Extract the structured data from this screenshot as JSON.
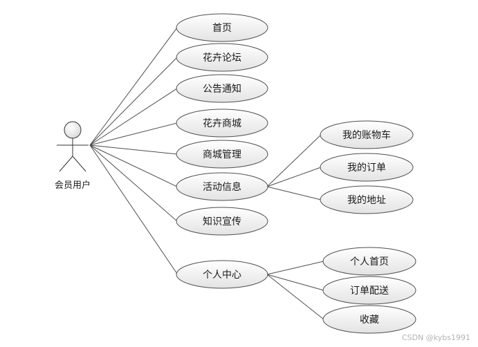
{
  "actor": {
    "label": "会员用户"
  },
  "use_cases": [
    {
      "id": "home",
      "label": "首页"
    },
    {
      "id": "forum",
      "label": "花卉论坛"
    },
    {
      "id": "notice",
      "label": "公告通知"
    },
    {
      "id": "mall",
      "label": "花卉商城"
    },
    {
      "id": "mall-manage",
      "label": "商城管理"
    },
    {
      "id": "activity",
      "label": "活动信息"
    },
    {
      "id": "knowledge",
      "label": "知识宣传"
    },
    {
      "id": "personal",
      "label": "个人中心"
    }
  ],
  "sub_use_cases": [
    {
      "id": "cart",
      "parent": "activity",
      "label": "我的账物车"
    },
    {
      "id": "orders",
      "parent": "activity",
      "label": "我的订单"
    },
    {
      "id": "address",
      "parent": "activity",
      "label": "我的地址"
    },
    {
      "id": "personal-home",
      "parent": "personal",
      "label": "个人首页"
    },
    {
      "id": "delivery",
      "parent": "personal",
      "label": "订单配送"
    },
    {
      "id": "favorites",
      "parent": "personal",
      "label": "收藏"
    }
  ],
  "watermark": "CSDN @kybs1991",
  "colors": {
    "ellipse_fill_top": "#ffffff",
    "ellipse_fill_bottom": "#e6e6e6",
    "stroke": "#4d4d4d"
  }
}
